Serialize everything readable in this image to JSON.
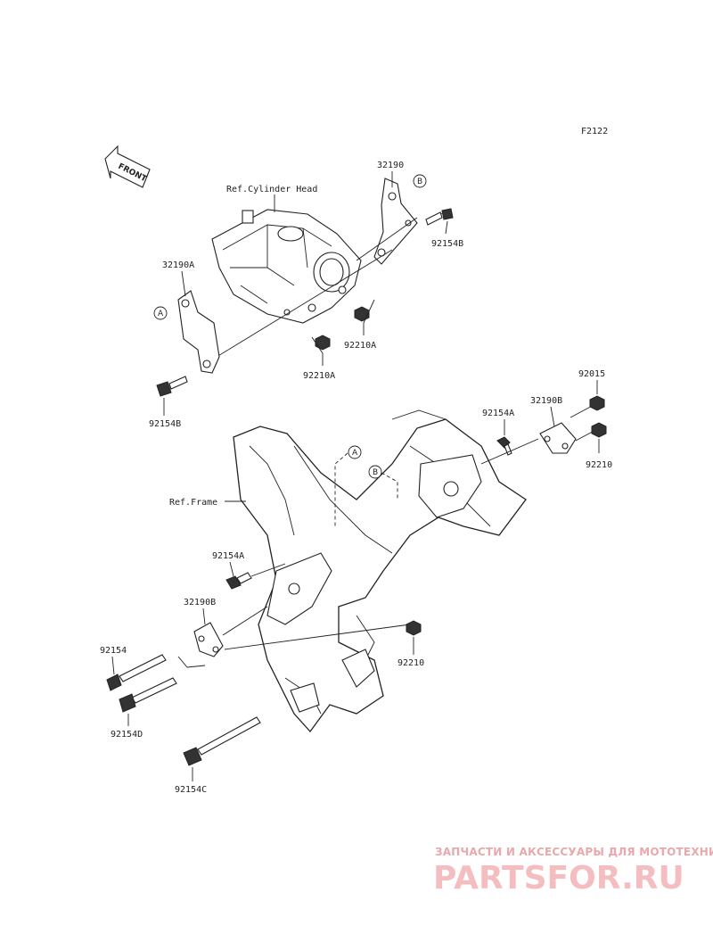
{
  "diagram_id": "F2122",
  "front_label": "FRONT",
  "references": {
    "cylinder_head": "Ref.Cylinder Head",
    "frame": "Ref.Frame"
  },
  "callouts": {
    "a": "A",
    "b": "B"
  },
  "parts": {
    "p32190": "32190",
    "p32190a": "32190A",
    "p92154b_right": "92154B",
    "p92154b_left": "92154B",
    "p92210a_upper": "92210A",
    "p92210a_lower": "92210A",
    "p92015": "92015",
    "p32190b_right": "32190B",
    "p92154a_right": "92154A",
    "p92210_right": "92210",
    "p92154a_left": "92154A",
    "p32190b_left": "32190B",
    "p92154": "92154",
    "p92154d": "92154D",
    "p92210_lower": "92210",
    "p92154c": "92154C"
  },
  "watermark": {
    "tagline": "ЗАПЧАСТИ И АКСЕССУАРЫ ДЛЯ МОТОТЕХНИКИ",
    "logo": "PARTSFOR.RU",
    "color": "#e0424a"
  }
}
